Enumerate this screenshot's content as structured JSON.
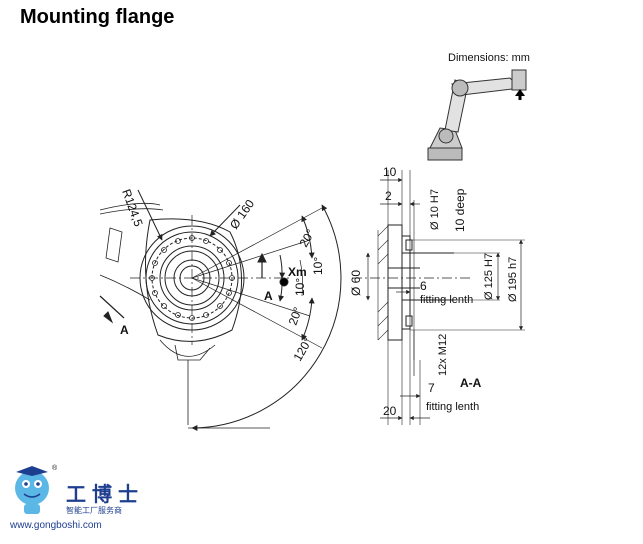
{
  "title": "Mounting flange",
  "units_note": "Dimensions: mm",
  "left_view": {
    "radius_label": "R124,5",
    "circle_label": "Ø 160",
    "angle_20_top": "20°",
    "angle_10_right": "10°",
    "angle_10_inner": "10°",
    "angle_20_bottom": "20°",
    "angle_120": "120°",
    "xm_label": "Xm",
    "section_marker_right": "A",
    "section_marker_left": "A"
  },
  "right_view": {
    "dim_10_top": "10",
    "dim_2": "2",
    "bore_10_h7": "Ø 10 H7",
    "deep_10": "10 deep",
    "dia_60": "Ø 60",
    "dim_6": "6",
    "fitting_length_1": "fitting lenth",
    "dia_125_h7": "Ø 125 H7",
    "dia_195_h7": "Ø 195 h7",
    "thread_12x": "12x M12",
    "dim_7": "7",
    "section_label": "A-A",
    "dim_20": "20",
    "fitting_length_2": "fitting lenth"
  },
  "watermark": {
    "brand": "工博士",
    "slogan": "智能工厂服务商",
    "url": "www.gongboshi.com",
    "registered": "®"
  },
  "colors": {
    "line": "#222222",
    "watermark_blue": "#1e3f8f",
    "mascot": "#5bb8e6"
  }
}
